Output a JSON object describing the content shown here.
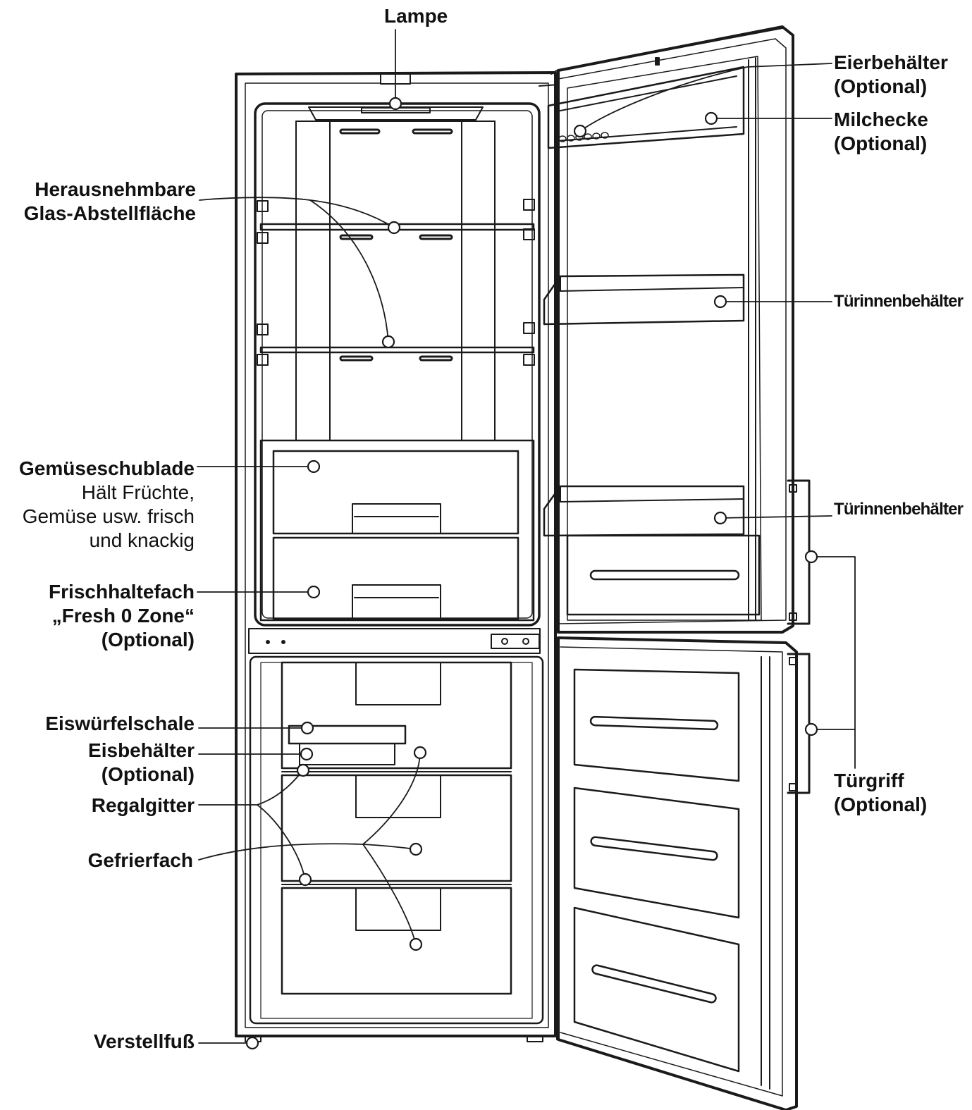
{
  "labels": {
    "lampe": "Lampe",
    "eierbehaelter": "Eierbehälter",
    "eierbehaelter_opt": "(Optional)",
    "milchecke": "Milchecke",
    "milchecke_opt": "(Optional)",
    "glas_1": "Herausnehmbare",
    "glas_2": "Glas-Abstellfläche",
    "tuerinnen_1": "Türinnenbehälter",
    "tuerinnen_2": "Türinnenbehälter",
    "gemuese": "Gemüseschublade",
    "gemuese_d1": "Hält Früchte,",
    "gemuese_d2": "Gemüse usw. frisch",
    "gemuese_d3": "und knackig",
    "frisch_1": "Frischhaltefach",
    "frisch_2": "„Fresh 0 Zone“",
    "frisch_3": "(Optional)",
    "eiswuerfel": "Eiswürfelschale",
    "eisbehaelter": "Eisbehälter",
    "eisbehaelter_opt": "(Optional)",
    "regalgitter": "Regalgitter",
    "gefrierfach": "Gefrierfach",
    "verstellfuss": "Verstellfuß",
    "tuergriff": "Türgriff",
    "tuergriff_opt": "(Optional)"
  },
  "colors": {
    "line": "#1a1a1a",
    "background": "#ffffff"
  }
}
